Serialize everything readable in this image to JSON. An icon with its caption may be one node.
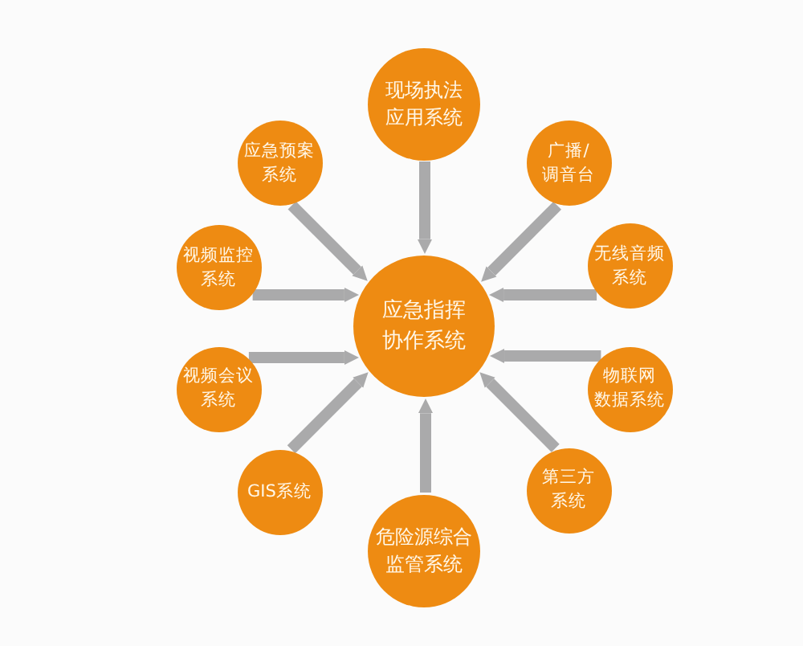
{
  "diagram": {
    "nodes": [
      {
        "text": [
          "应急指挥协作系统"
        ]
      },
      {
        "text": [
          "现场执法应用系统"
        ]
      },
      {
        "text": [
          "广播/调音台"
        ]
      },
      {
        "text": [
          "无线音频系统"
        ]
      },
      {
        "text": [
          "物联网数据系统"
        ]
      },
      {
        "text": [
          "第三方系统"
        ]
      },
      {
        "text": [
          "危险源综合监管系统"
        ]
      },
      {
        "text": [
          "GIS系统"
        ]
      },
      {
        "text": [
          "视频会议系统"
        ]
      },
      {
        "text": [
          "视频监控系统"
        ]
      },
      {
        "text": [
          "应急预案系统"
        ]
      }
    ],
    "edges": [
      {
        "from": 1,
        "to": 0,
        "arrow": "to"
      },
      {
        "from": 2,
        "to": 0,
        "arrow": "to"
      },
      {
        "from": 3,
        "to": 0,
        "arrow": "to"
      },
      {
        "from": 4,
        "to": 0,
        "arrow": "to"
      },
      {
        "from": 5,
        "to": 0,
        "arrow": "to"
      },
      {
        "from": 6,
        "to": 0,
        "arrow": "to"
      },
      {
        "from": 7,
        "to": 0,
        "arrow": "to"
      },
      {
        "from": 8,
        "to": 0,
        "arrow": "to"
      },
      {
        "from": 9,
        "to": 0,
        "arrow": "to"
      },
      {
        "from": 10,
        "to": 0,
        "arrow": "to"
      }
    ]
  }
}
